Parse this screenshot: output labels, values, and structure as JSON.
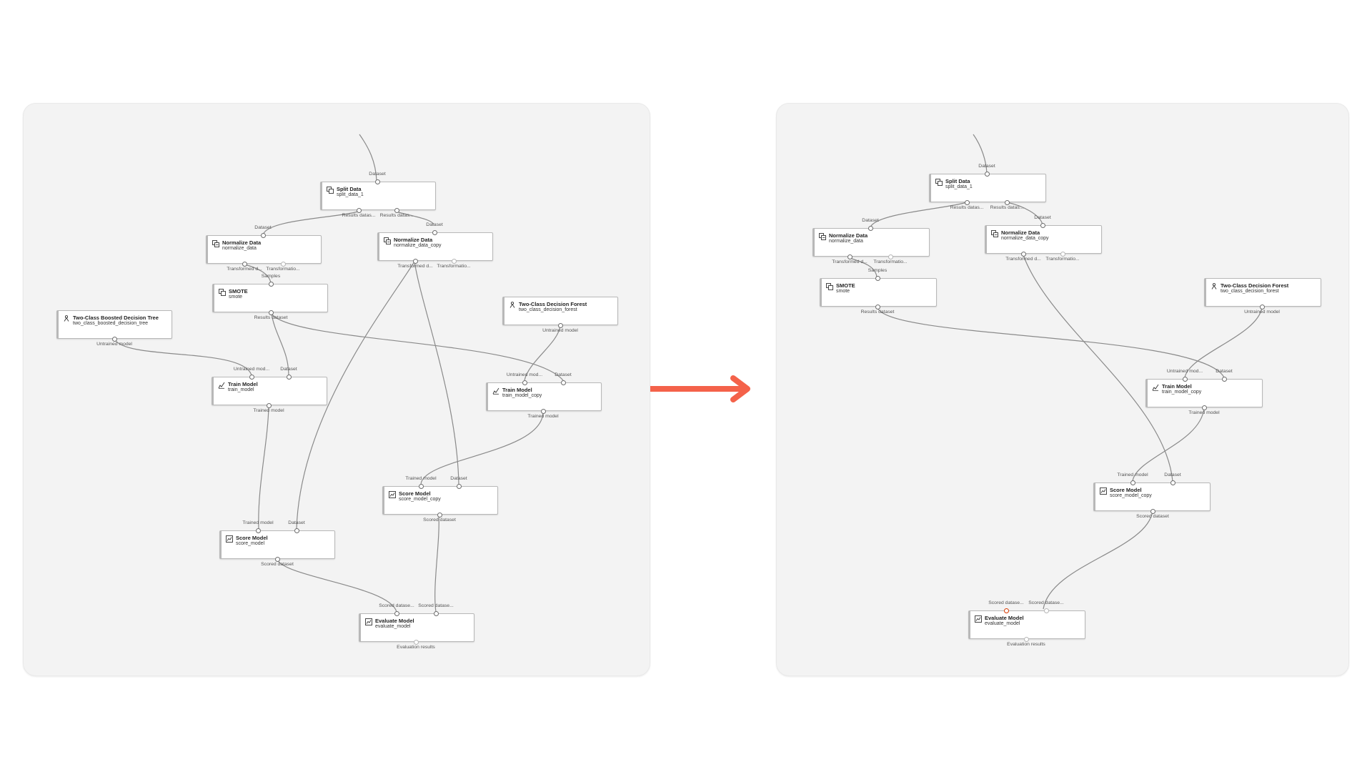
{
  "port_labels": {
    "dataset": "Dataset",
    "results_dataset_short": "Results datas...",
    "transformed_short": "Transformed d...",
    "transformation_short": "Transformatio...",
    "samples": "Samples",
    "results_dataset": "Results dataset",
    "untrained_model": "Untrained model",
    "untrained_model_short": "Untrained mod...",
    "trained_model": "Trained model",
    "scored_dataset": "Scored dataset",
    "scored_dataset_short": "Scored datase...",
    "evaluation_results": "Evaluation results"
  },
  "left_pipeline": {
    "split_data": {
      "title": "Split Data",
      "name": "split_data_1",
      "icon": "split-data-icon"
    },
    "normalize_data": {
      "title": "Normalize Data",
      "name": "normalize_data",
      "icon": "normalize-data-icon"
    },
    "normalize_data_copy": {
      "title": "Normalize Data",
      "name": "normalize_data_copy",
      "icon": "normalize-data-icon"
    },
    "smote": {
      "title": "SMOTE",
      "name": "smote",
      "icon": "smote-icon"
    },
    "boosted_tree": {
      "title": "Two-Class Boosted Decision Tree",
      "name": "two_class_boosted_decision_tree",
      "icon": "model-icon"
    },
    "decision_forest": {
      "title": "Two-Class Decision Forest",
      "name": "two_class_decision_forest",
      "icon": "model-icon"
    },
    "train_model": {
      "title": "Train Model",
      "name": "train_model",
      "icon": "train-model-icon"
    },
    "train_model_copy": {
      "title": "Train Model",
      "name": "train_model_copy",
      "icon": "train-model-icon"
    },
    "score_model": {
      "title": "Score Model",
      "name": "score_model",
      "icon": "score-model-icon"
    },
    "score_model_copy": {
      "title": "Score Model",
      "name": "score_model_copy",
      "icon": "score-model-icon"
    },
    "evaluate_model": {
      "title": "Evaluate Model",
      "name": "evaluate_model",
      "icon": "evaluate-model-icon"
    }
  },
  "right_pipeline": {
    "split_data": {
      "title": "Split Data",
      "name": "split_data_1",
      "icon": "split-data-icon"
    },
    "normalize_data": {
      "title": "Normalize Data",
      "name": "normalize_data",
      "icon": "normalize-data-icon"
    },
    "normalize_data_copy": {
      "title": "Normalize Data",
      "name": "normalize_data_copy",
      "icon": "normalize-data-icon"
    },
    "smote": {
      "title": "SMOTE",
      "name": "smote",
      "icon": "smote-icon"
    },
    "decision_forest": {
      "title": "Two-Class Decision Forest",
      "name": "two_class_decision_forest",
      "icon": "model-icon"
    },
    "train_model_copy": {
      "title": "Train Model",
      "name": "train_model_copy",
      "icon": "train-model-icon"
    },
    "score_model_copy": {
      "title": "Score Model",
      "name": "score_model_copy",
      "icon": "score-model-icon"
    },
    "evaluate_model": {
      "title": "Evaluate Model",
      "name": "evaluate_model",
      "icon": "evaluate-model-icon"
    }
  },
  "colors": {
    "canvas": "#f3f3f3",
    "node_border": "#b8b8b8",
    "wire": "#8a8a8a",
    "arrow": "#f4624a",
    "highlight_port": "#d83b01"
  }
}
